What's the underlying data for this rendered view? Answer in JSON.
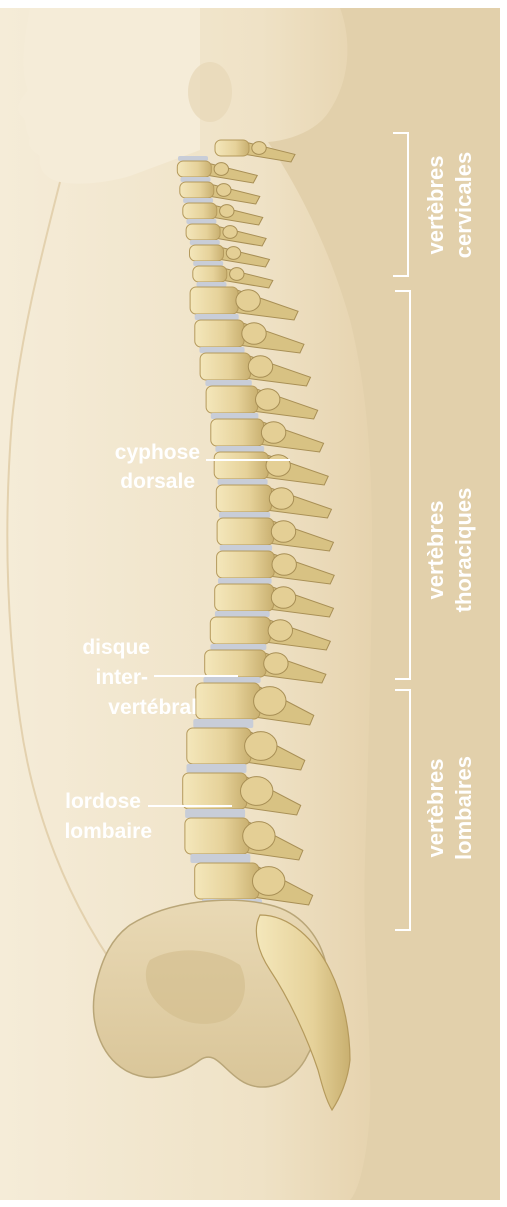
{
  "labels": {
    "cyphose": [
      "cyphose",
      "dorsale"
    ],
    "disque": [
      "disque",
      "inter-",
      "vertébral"
    ],
    "lordose": [
      "lordose",
      "lombaire"
    ]
  },
  "regions": {
    "cervicales": [
      "vertèbres",
      "cervicales"
    ],
    "thoraciques": [
      "vertèbres",
      "thoraciques"
    ],
    "lombaires": [
      "vertèbres",
      "lombaires"
    ]
  },
  "colors": {
    "background": "#e2d0ab",
    "skin": "#f2e6cd",
    "bone": "#e9d8a0",
    "bone_shadow": "#c9b274",
    "disc": "#c8cdd8",
    "label_text": "#ffffff",
    "bracket": "#ffffff"
  }
}
